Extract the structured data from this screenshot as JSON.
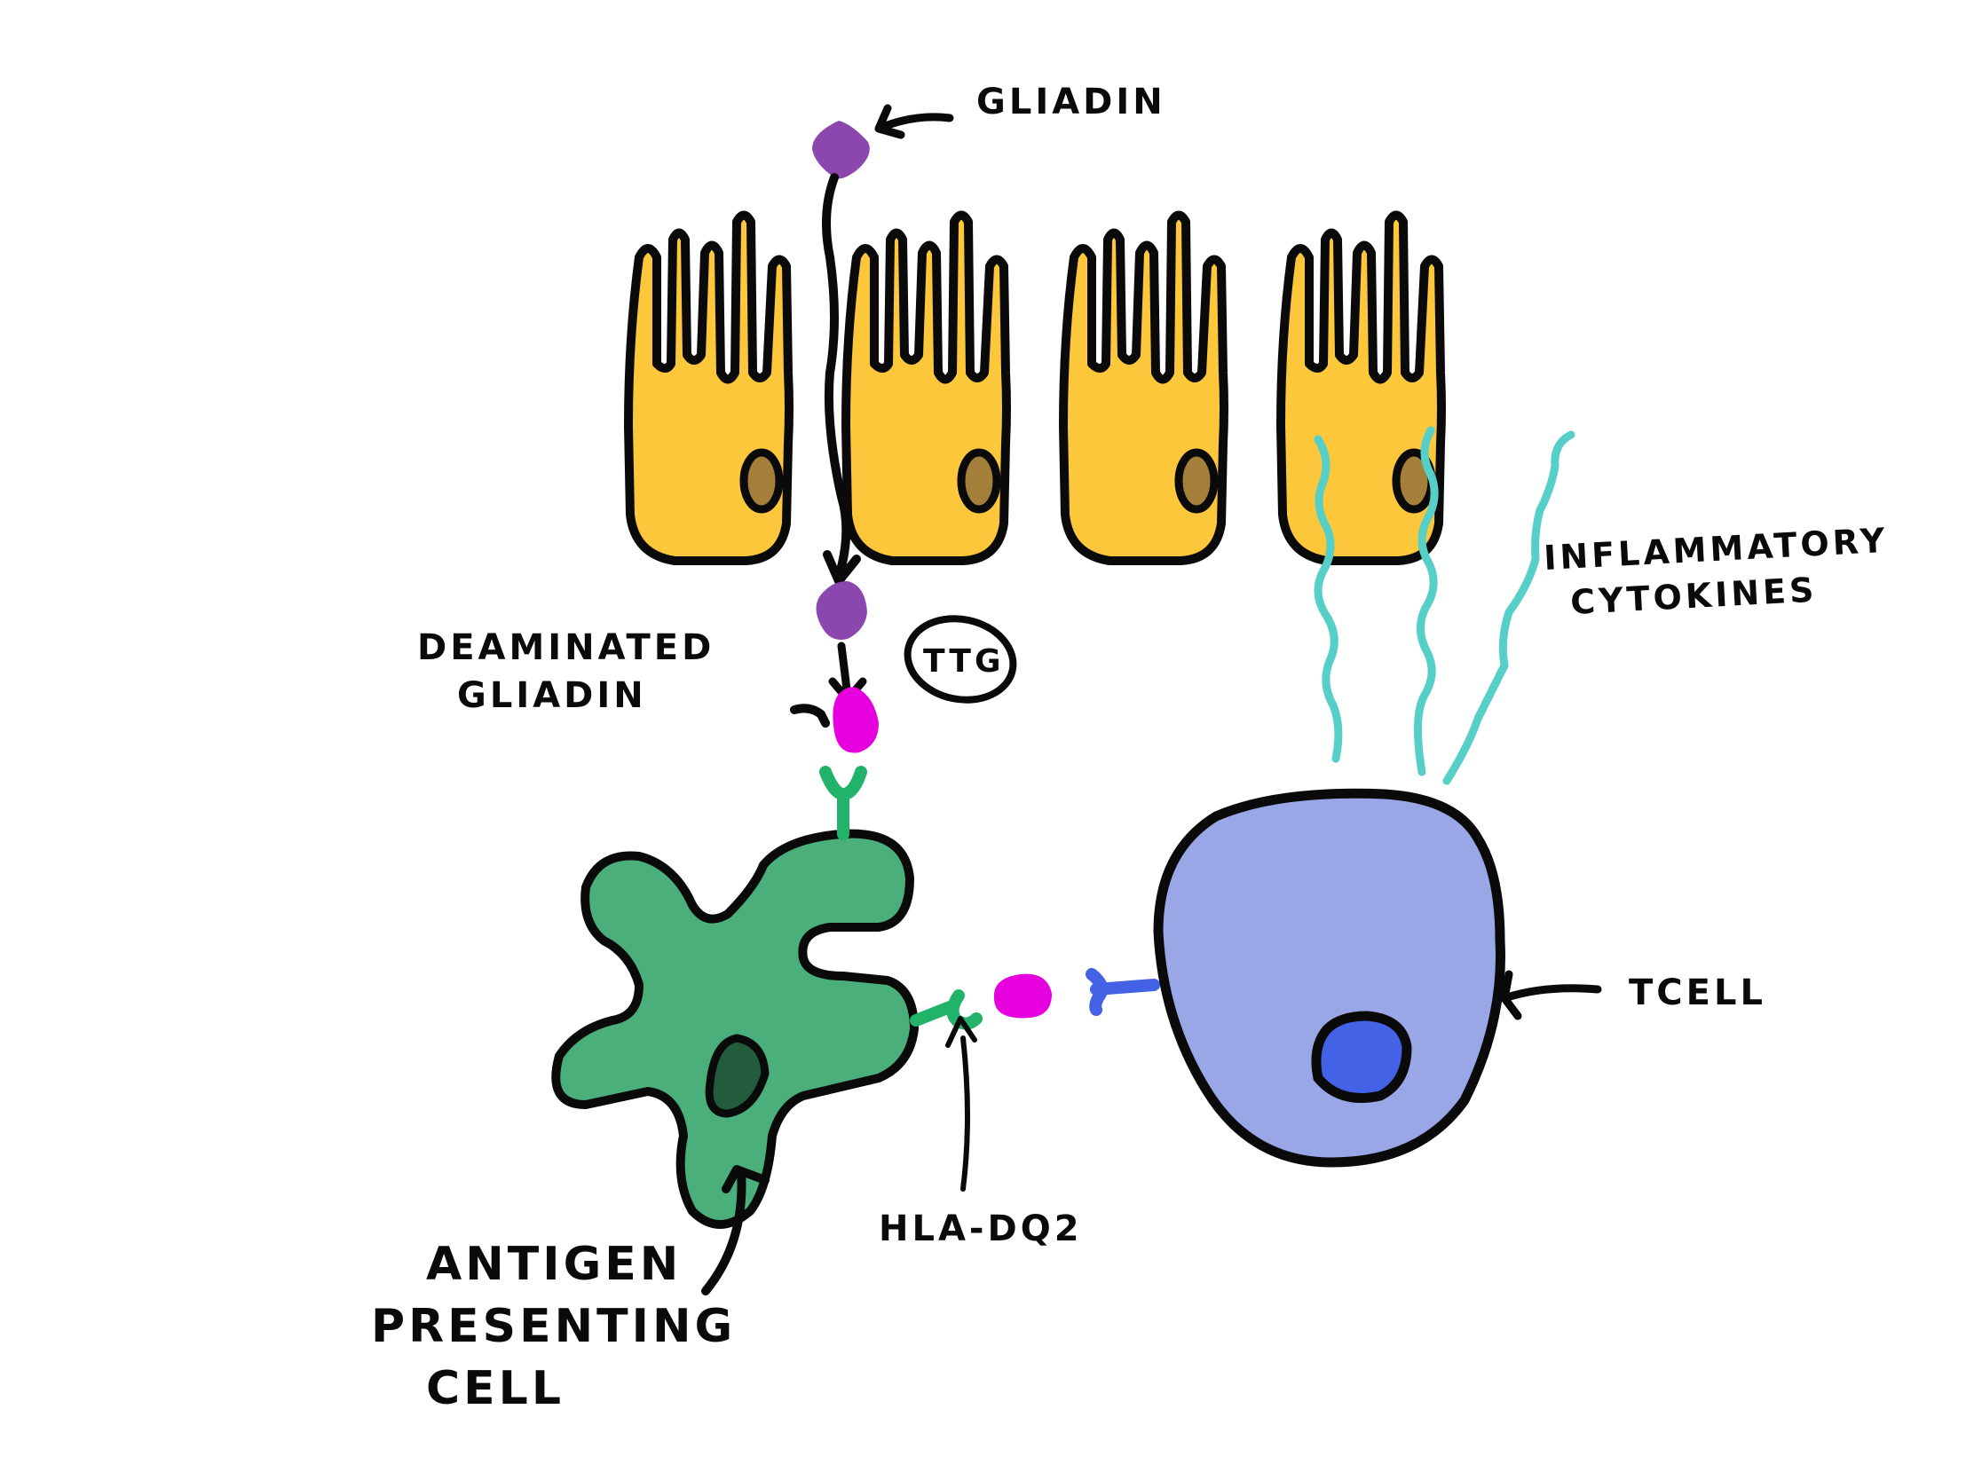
{
  "diagram": {
    "labels": {
      "gliadin": "GLIADIN",
      "deaminated_1": "DEAMINATED",
      "deaminated_2": "GLIADIN",
      "ttg": "TTG",
      "cytokines_1": "INFLAMMATORY",
      "cytokines_2": "CYTOKINES",
      "tcell": "TCELL",
      "hla": "HLA-DQ2",
      "apc_1": "ANTIGEN",
      "apc_2": "PRESENTING",
      "apc_3": "CELL"
    },
    "colors": {
      "epithelium": "#fcc73a",
      "epithelium_nucleus": "#a37f3a",
      "gliadin": "#8b47ad",
      "deaminated_gliadin": "#e600de",
      "apc": "#4aaf7a",
      "apc_nucleus": "#235c3c",
      "hla_receptor": "#22b36a",
      "tcell": "#9aa7e6",
      "tcell_nucleus": "#4462e6",
      "tcell_receptor": "#4462e6",
      "cytokine": "#55cfc7",
      "outline": "#0a0a0a"
    }
  }
}
